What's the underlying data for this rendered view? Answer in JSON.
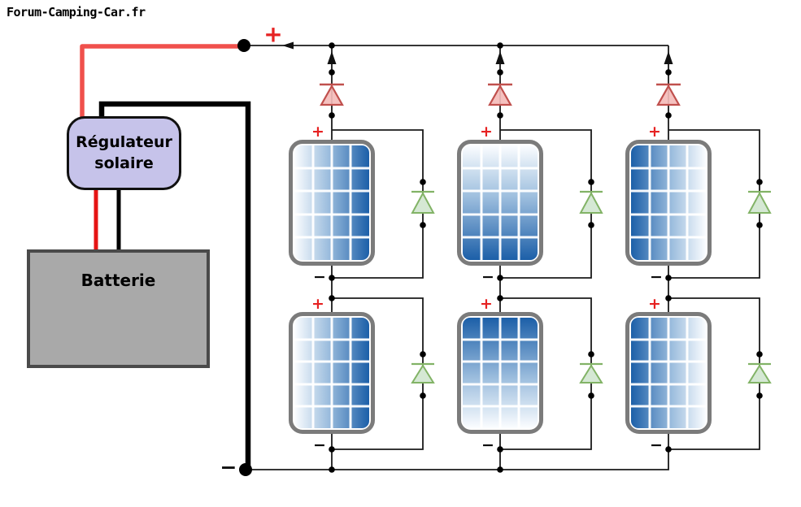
{
  "watermark": "Forum-Camping-Car.fr",
  "regulator": {
    "line1": "Régulateur",
    "line2": "solaire"
  },
  "battery": {
    "label": "Batterie"
  },
  "bus": {
    "positive": "+",
    "negative": "−"
  },
  "labels": {
    "plus": "+",
    "minus": "−"
  },
  "panels": [
    {
      "id": "panel-row1-col1",
      "row": 1,
      "col": 1,
      "shading": "light-left to dark-right"
    },
    {
      "id": "panel-row1-col2",
      "row": 1,
      "col": 2,
      "shading": "light-top to dark-bottom"
    },
    {
      "id": "panel-row1-col3",
      "row": 1,
      "col": 3,
      "shading": "dark-left to light-right"
    },
    {
      "id": "panel-row2-col1",
      "row": 2,
      "col": 1,
      "shading": "light-left to dark-right"
    },
    {
      "id": "panel-row2-col2",
      "row": 2,
      "col": 2,
      "shading": "dark-top to light-bottom"
    },
    {
      "id": "panel-row2-col3",
      "row": 2,
      "col": 3,
      "shading": "dark-left to light-right"
    }
  ],
  "colors": {
    "positive_wire": "#f0504c",
    "battery_positive_wire": "#e61414",
    "negative_wire": "#000000",
    "bus_line": "#1a1a1a",
    "blocking_diode_stroke": "#c0504d",
    "blocking_diode_fill": "#f4bcba",
    "bypass_diode_stroke": "#82b366",
    "bypass_diode_fill": "#d5e8d4",
    "panel_dark_blue": "#1c5fa8",
    "panel_light": "#f8fbff",
    "panel_frame": "#7b7b7b",
    "regulator_fill": "#c6c3ea",
    "battery_fill": "#a9a9a9",
    "plus_label_color": "#e62222"
  }
}
